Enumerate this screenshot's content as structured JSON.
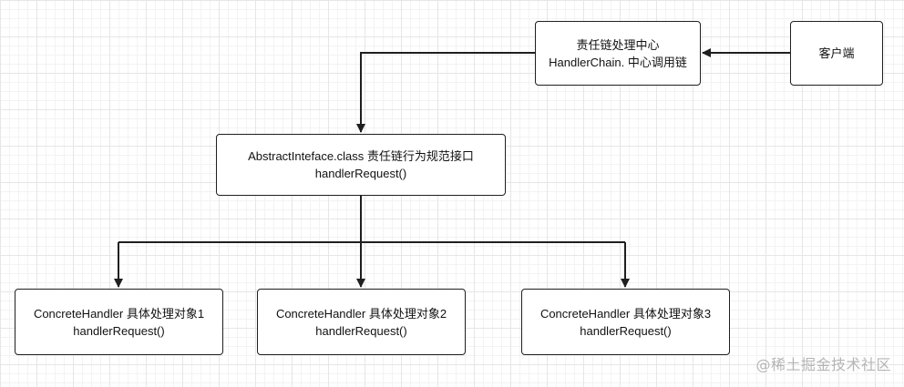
{
  "nodes": {
    "client": {
      "line1": "客户端"
    },
    "chain": {
      "line1": "责任链处理中心",
      "line2": "HandlerChain. 中心调用链"
    },
    "abstract": {
      "line1": "AbstractInteface.class 责任链行为规范接口",
      "line2": "handlerRequest()"
    },
    "handler1": {
      "line1": "ConcreteHandler 具体处理对象1",
      "line2": "handlerRequest()"
    },
    "handler2": {
      "line1": "ConcreteHandler 具体处理对象2",
      "line2": "handlerRequest()"
    },
    "handler3": {
      "line1": "ConcreteHandler 具体处理对象3",
      "line2": "handlerRequest()"
    }
  },
  "watermark": "@稀土掘金技术社区",
  "colors": {
    "stroke": "#1f1f1f",
    "grid": "#e6e6e6",
    "background": "#ffffff",
    "watermark": "#b5b5b5"
  }
}
